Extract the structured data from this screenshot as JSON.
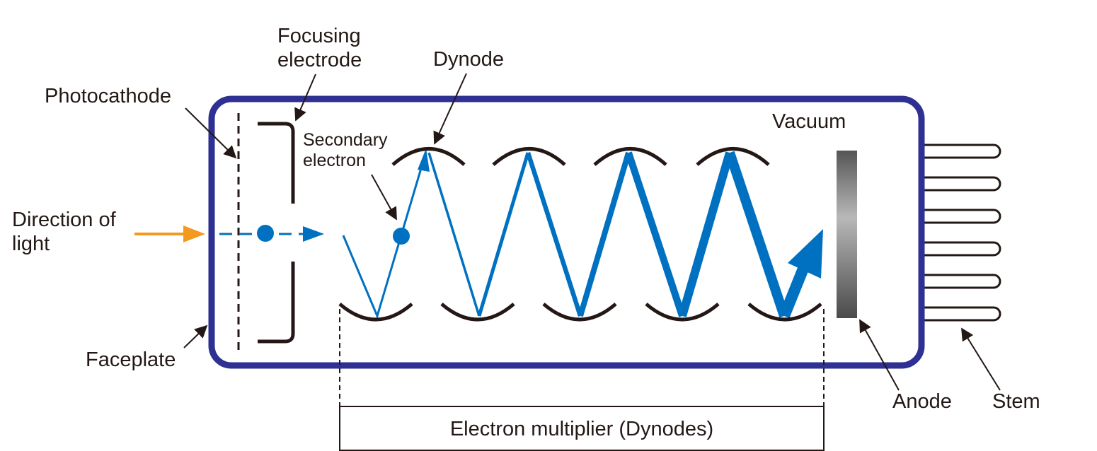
{
  "labels": {
    "focusing_electrode_line1": "Focusing",
    "focusing_electrode_line2": "electrode",
    "dynode": "Dynode",
    "photocathode": "Photocathode",
    "vacuum": "Vacuum",
    "secondary_electron_line1": "Secondary",
    "secondary_electron_line2": "electron",
    "direction_of_light_line1": "Direction of",
    "direction_of_light_line2": "light",
    "faceplate": "Faceplate",
    "anode": "Anode",
    "stem": "Stem",
    "electron_multiplier": "Electron multiplier (Dynodes)"
  },
  "colors": {
    "tube_outline": "#2e3192",
    "electron_blue": "#0070c0",
    "light_orange": "#f39a1e",
    "dynode_dark": "#231815",
    "text": "#231815"
  }
}
